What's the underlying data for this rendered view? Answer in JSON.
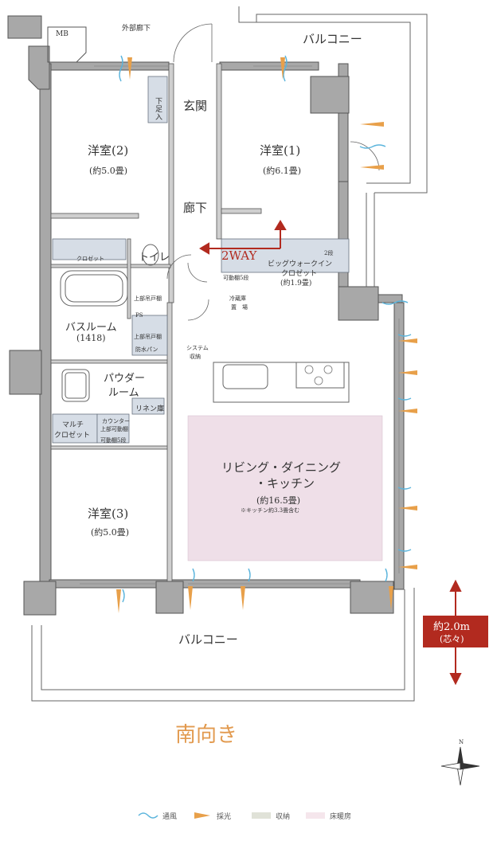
{
  "labels": {
    "mb": "MB",
    "external_corridor": "外部廊下",
    "balcony_top": "バルコニー",
    "entrance": "玄関",
    "shoe_storage": "下足入",
    "room2_name": "洋室(2)",
    "room2_size": "(約5.0畳)",
    "room1_name": "洋室(1)",
    "room1_size": "(約6.1畳)",
    "hallway": "廊下",
    "closet": "クロゼット",
    "toilet": "トイレ",
    "twoway": "2WAY",
    "shelf_2": "2段",
    "walkin_1": "ビッグウォークイン",
    "walkin_2": "クロゼット",
    "walkin_size": "(約1.9畳)",
    "movable_shelf_5": "可動棚5段",
    "fridge_1": "冷蔵庫",
    "fridge_2": "置　場",
    "upper_shelf": "上部吊戸棚",
    "ps": "PS",
    "bathroom_name": "バスルーム",
    "bathroom_size": "(1418)",
    "upper_shelf_2": "上部吊戸棚",
    "waterproof_pan": "防水パン",
    "system_storage_1": "システム",
    "system_storage_2": "収納",
    "powder_1": "パウダー",
    "powder_2": "ルーム",
    "linen": "リネン庫",
    "multi_1": "マルチ",
    "multi_2": "クロゼット",
    "counter_1": "カウンター",
    "counter_2": "上部可動棚",
    "movable_shelf_5b": "可動棚5段",
    "ldk_1": "リビング・ダイニング",
    "ldk_2": "・キッチン",
    "ldk_size": "(約16.5畳)",
    "ldk_note": "※キッチン約3.3畳含む",
    "room3_name": "洋室(3)",
    "room3_size": "(約5.0畳)",
    "balcony_bottom": "バルコニー",
    "depth_1": "約2.0m",
    "depth_2": "(芯々)",
    "orientation": "南向き",
    "compass_n": "N"
  },
  "legend": [
    {
      "label": "通風",
      "icon": "wave-icon",
      "color": "#5ab4dc"
    },
    {
      "label": "採光",
      "icon": "light-icon",
      "color": "#e8a04a"
    },
    {
      "label": "収納",
      "icon": "storage-swatch",
      "color": "#e0e2d8"
    },
    {
      "label": "床暖房",
      "icon": "floor-heating-swatch",
      "color": "#f5e6ec"
    }
  ],
  "colors": {
    "wall": "#a9a9a9",
    "wall_stroke": "#555555",
    "storage": "#d7dfe6",
    "ldk_heating": "#efdfe8",
    "accent_red": "#b22a1f",
    "orientation": "#e29a4f",
    "wind": "#5ab4dc",
    "light": "#e8a04a"
  }
}
